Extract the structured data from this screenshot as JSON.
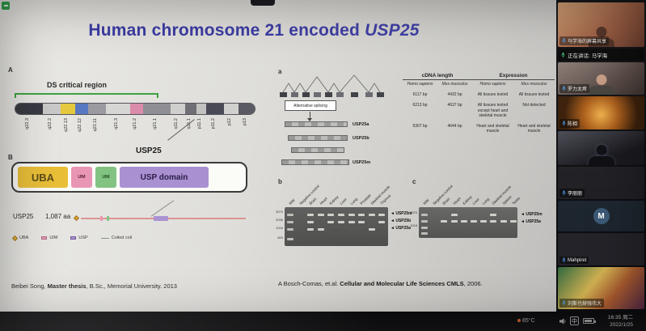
{
  "meeting": {
    "speaking_banner": "正在讲话: 马学海",
    "participants": [
      {
        "name": "马学海的屏幕共享",
        "kind": "warm",
        "h": 55
      },
      {
        "name": "罗力太疼",
        "kind": "face",
        "h": 40
      },
      {
        "name": "陈相",
        "kind": "candle",
        "h": 41
      },
      {
        "name": "",
        "kind": "silhouette",
        "h": 42
      },
      {
        "name": "李丽丽",
        "kind": "dark",
        "h": 40
      },
      {
        "name": "",
        "letter": "M",
        "kind": "letter",
        "h": 38
      },
      {
        "name": "Mahpiret",
        "kind": "dark2",
        "h": 40
      },
      {
        "name": "刘斯也赫强伟大",
        "kind": "colorful",
        "h": 52
      }
    ],
    "status": {
      "temp": "85°C",
      "ime": "中",
      "time": "16:35 周二",
      "date": "2022/1/25"
    }
  },
  "slide": {
    "title_prefix": "Human chromosome 21 encoded ",
    "title_italic": "USP25",
    "panelA": {
      "label": "A",
      "ds_region": "DS critical region",
      "usp25": "USP25",
      "bands": [
        {
          "name": "q22.3",
          "color": "#3a3a44",
          "w": 34
        },
        {
          "name": "q22.2",
          "color": "#c9c9c9",
          "w": 22
        },
        {
          "name": "q22.13",
          "color": "#e8c832",
          "w": 18
        },
        {
          "name": "q22.12",
          "color": "#5578c8",
          "w": 16
        },
        {
          "name": "q22.11",
          "color": "#9a9aa0",
          "w": 22
        },
        {
          "name": "q21.3",
          "color": "#d6d6d4",
          "w": 30
        },
        {
          "name": "q21.2",
          "color": "#e08aac",
          "w": 16
        },
        {
          "name": "q21.1",
          "color": "#8f8f96",
          "w": 34
        },
        {
          "name": "q11.2",
          "color": "#cfcfcd",
          "w": 18
        },
        {
          "name": "q11.1",
          "color": "#6f6f76",
          "w": 14
        },
        {
          "name": "p11.1",
          "color": "#c2c2c0",
          "w": 12
        },
        {
          "name": "p11.2",
          "color": "#4a4a58",
          "w": 22
        },
        {
          "name": "p12",
          "color": "#d0d0ce",
          "w": 18
        },
        {
          "name": "p13",
          "color": "#5a5a64",
          "w": 20
        }
      ]
    },
    "panelB": {
      "label": "B",
      "uba": "UBA",
      "uim1": "UIM",
      "uim2": "UIM",
      "usp_domain": "USP domain",
      "protein_name": "USP25",
      "protein_length": "1,087 aa",
      "legend": [
        {
          "icon": "diamond",
          "label": "UBA"
        },
        {
          "icon": "pink",
          "label": "UIM"
        },
        {
          "icon": "purple",
          "label": "USP"
        },
        {
          "icon": "line",
          "label": "Coiled coil"
        }
      ]
    },
    "figure": {
      "a_label": "a",
      "b_label": "b",
      "c_label": "c",
      "alt_splicing": "Alternative splicing",
      "transcripts": [
        {
          "label": "USP25a"
        },
        {
          "label": "USP25b"
        },
        {
          "label": ""
        },
        {
          "label": "USP25m"
        }
      ],
      "table": {
        "group1": "cDNA length",
        "group2": "Expression",
        "subheaders": [
          "Homo sapiens",
          "Mus musculus",
          "Homo sapiens",
          "Mus musculus"
        ],
        "rows": [
          [
            "6117 bp",
            "4432 bp",
            "All tissues tested",
            "All tissues tested"
          ],
          [
            "6213 bp",
            "4637 bp",
            "All tissues tested except heart and skeletal muscle",
            "Not detected"
          ],
          [
            "5307 bp",
            "4644 bp",
            "Heart and skeletal muscle",
            "Heart and skeletal muscle"
          ]
        ]
      },
      "gel_b": {
        "mw": [
          "3070",
          "2036",
          "1018",
          "600"
        ],
        "lanes": [
          "MW",
          "Negative control",
          "Brain",
          "Heart",
          "Kidney",
          "Liver",
          "Lung",
          "Prostate",
          "Skeletal muscle",
          "Thymus"
        ],
        "pattern": [
          [
            0,
            1,
            2,
            3
          ],
          [],
          [
            0,
            1,
            2
          ],
          [
            0,
            2
          ],
          [
            0,
            1
          ],
          [
            0,
            1
          ],
          [
            0,
            1
          ],
          [
            0,
            1
          ],
          [
            0,
            2
          ],
          [
            0,
            1
          ]
        ],
        "arrows": [
          "USP25m",
          "USP25b",
          "USP25a"
        ]
      },
      "gel_c": {
        "mw": [
          "3070",
          "1018"
        ],
        "lanes": [
          "MW",
          "Negative control",
          "Brain",
          "Heart",
          "Kidney",
          "Liver",
          "Lung",
          "Skeletal muscle",
          "Spleen",
          "Testis"
        ],
        "pattern": [
          [
            0,
            1,
            2,
            3
          ],
          [],
          [
            1
          ],
          [
            0,
            1
          ],
          [
            1
          ],
          [
            1
          ],
          [
            1
          ],
          [
            0,
            1
          ],
          [
            1
          ],
          [
            1
          ]
        ],
        "arrows": [
          "USP25m",
          "USP25a"
        ]
      }
    },
    "citations": {
      "left_pre": "Beibei Song, ",
      "left_bold": "Master thesis",
      "left_post": ", B.Sc., Memorial University. 2013",
      "right_pre": "A Bosch-Comas, et.al. ",
      "right_bold": "Cellular and Molecular Life Sciences CMLS",
      "right_post": ", 2006."
    }
  }
}
